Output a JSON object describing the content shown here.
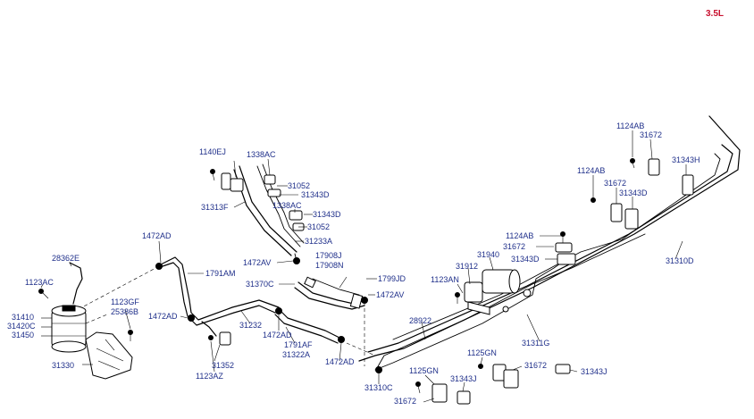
{
  "engine_label": "3.5L",
  "labels": [
    {
      "id": "c1140ej",
      "text": "1140EJ"
    },
    {
      "id": "c1338ac_a",
      "text": "1338AC"
    },
    {
      "id": "c31052_a",
      "text": "31052"
    },
    {
      "id": "c31343d_a",
      "text": "31343D"
    },
    {
      "id": "c31313f",
      "text": "31313F"
    },
    {
      "id": "c1338ac_b",
      "text": "1338AC"
    },
    {
      "id": "c31343d_b",
      "text": "31343D"
    },
    {
      "id": "c31052_b",
      "text": "31052"
    },
    {
      "id": "c31233a",
      "text": "31233A"
    },
    {
      "id": "c1472av_a",
      "text": "1472AV"
    },
    {
      "id": "c17908j",
      "text": "17908J"
    },
    {
      "id": "c17908n",
      "text": "17908N"
    },
    {
      "id": "c1799jd",
      "text": "1799JD"
    },
    {
      "id": "c1472av_b",
      "text": "1472AV"
    },
    {
      "id": "c31370c",
      "text": "31370C"
    },
    {
      "id": "c1472ad_a",
      "text": "1472AD"
    },
    {
      "id": "c1791am",
      "text": "1791AM"
    },
    {
      "id": "c28362e",
      "text": "28362E"
    },
    {
      "id": "c1123ac",
      "text": "1123AC"
    },
    {
      "id": "c31410",
      "text": "31410"
    },
    {
      "id": "c31420c",
      "text": "31420C"
    },
    {
      "id": "c31450",
      "text": "31450"
    },
    {
      "id": "c31330",
      "text": "31330"
    },
    {
      "id": "c1123gf",
      "text": "1123GF"
    },
    {
      "id": "c25386b",
      "text": "25386B"
    },
    {
      "id": "c1472ad_b",
      "text": "1472AD"
    },
    {
      "id": "c31232",
      "text": "31232"
    },
    {
      "id": "c1472ad_c",
      "text": "1472AD"
    },
    {
      "id": "c1791af",
      "text": "1791AF"
    },
    {
      "id": "c31322a",
      "text": "31322A"
    },
    {
      "id": "c31352",
      "text": "31352"
    },
    {
      "id": "c1123az",
      "text": "1123AZ"
    },
    {
      "id": "c1472ad_d",
      "text": "1472AD"
    },
    {
      "id": "c31310c",
      "text": "31310C"
    },
    {
      "id": "c28922",
      "text": "28922"
    },
    {
      "id": "c1123an",
      "text": "1123AN"
    },
    {
      "id": "c31912",
      "text": "31912"
    },
    {
      "id": "c31940",
      "text": "31940"
    },
    {
      "id": "c1124ab_a",
      "text": "1124AB"
    },
    {
      "id": "c31672_a",
      "text": "31672"
    },
    {
      "id": "c31343d_c",
      "text": "31343D"
    },
    {
      "id": "c1124ab_b",
      "text": "1124AB"
    },
    {
      "id": "c31672_b",
      "text": "31672"
    },
    {
      "id": "c31343d_d",
      "text": "31343D"
    },
    {
      "id": "c1124ab_c",
      "text": "1124AB"
    },
    {
      "id": "c31672_c",
      "text": "31672"
    },
    {
      "id": "c31343h",
      "text": "31343H"
    },
    {
      "id": "c31310d",
      "text": "31310D"
    },
    {
      "id": "c31311g",
      "text": "31311G"
    },
    {
      "id": "c1125gn_a",
      "text": "1125GN"
    },
    {
      "id": "c1125gn_b",
      "text": "1125GN"
    },
    {
      "id": "c31672_d",
      "text": "31672"
    },
    {
      "id": "c31343j_a",
      "text": "31343J"
    },
    {
      "id": "c31672_e",
      "text": "31672"
    },
    {
      "id": "c31343j_b",
      "text": "31343J"
    }
  ]
}
